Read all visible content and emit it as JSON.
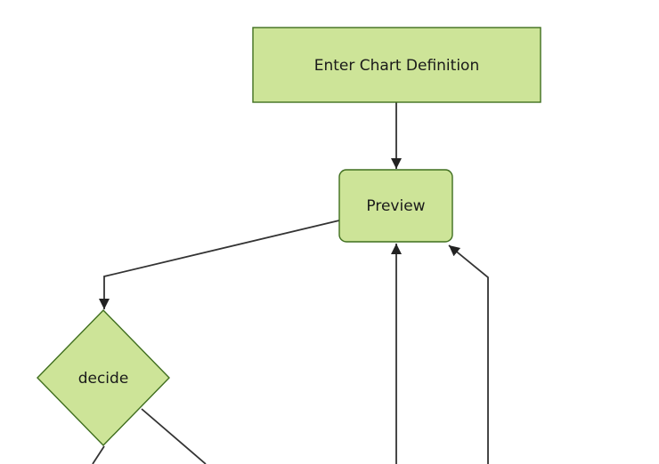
{
  "colors": {
    "background": "#ffffff",
    "node_fill": "#cde498",
    "node_stroke": "#3f6e1e",
    "edge_color": "#333333",
    "arrow_color": "#222222",
    "text_color": "#1a1a1a"
  },
  "diagram": {
    "type": "flowchart",
    "nodes": [
      {
        "id": "enter",
        "label": "Enter Chart Definition",
        "shape": "rectangle"
      },
      {
        "id": "preview",
        "label": "Preview",
        "shape": "rounded-rectangle"
      },
      {
        "id": "decide",
        "label": "decide",
        "shape": "diamond"
      }
    ],
    "edges": [
      {
        "from": "enter",
        "to": "preview",
        "arrowhead": true
      },
      {
        "from": "preview",
        "to": "decide",
        "arrowhead": true
      },
      {
        "from": "offscreen-bottom",
        "to": "preview",
        "arrowhead": true
      },
      {
        "from": "offscreen-bottom-right",
        "to": "preview",
        "arrowhead": true
      },
      {
        "from": "decide",
        "to": "offscreen-bottom-right",
        "arrowhead": false
      },
      {
        "from": "decide",
        "to": "offscreen-bottom-left",
        "arrowhead": false
      }
    ]
  }
}
